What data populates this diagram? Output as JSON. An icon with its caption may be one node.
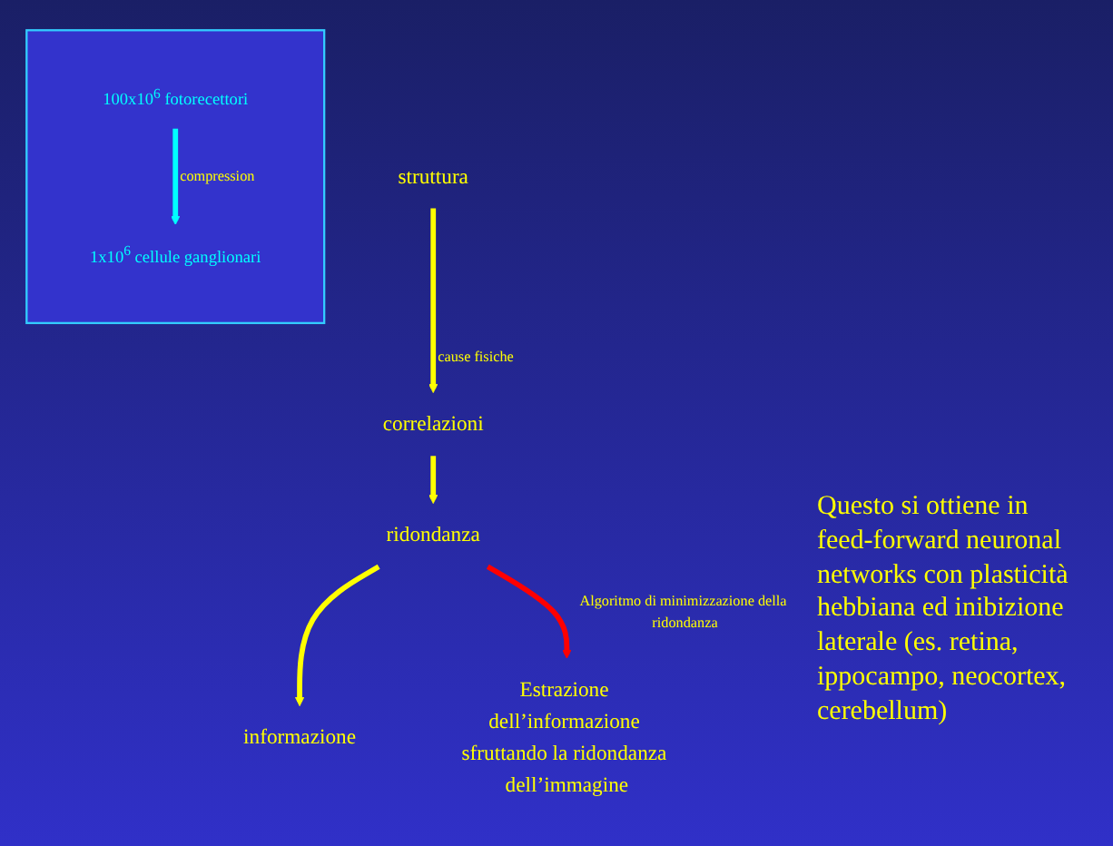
{
  "diagram": {
    "nodes": [
      {
        "text": [
          "struttura"
        ]
      },
      {
        "text": [
          "correlazioni"
        ]
      },
      {
        "text": [
          "ridondanza"
        ]
      },
      {
        "text": [
          "informazione"
        ]
      },
      {
        "text": [],
        "shape": "box"
      },
      {
        "text": [
          "100x10$^{6}$ fotorecettori"
        ],
        "in": 4
      },
      {
        "text": [
          "1x10$^{6}$ cellule ganglionari"
        ],
        "in": 4
      },
      {
        "text": [
          "Estrazione dell’informazione sfruttando la ridondanza dell’immagine"
        ]
      }
    ],
    "edges": [
      {
        "from": 0,
        "to": 1,
        "arrow": "to",
        "label": "cause fisiche"
      },
      {
        "from": 1,
        "to": 2,
        "arrow": "to"
      },
      {
        "from": 2,
        "to": 3,
        "arrow": "to"
      },
      {
        "from": 2,
        "to": 7,
        "arrow": "to",
        "label": "Algoritmo di minimizzazione della ridondanza",
        "color": "#ff0000"
      },
      {
        "from": 5,
        "to": 6,
        "arrow": "to",
        "label": "compression",
        "color": "#00ffff"
      }
    ],
    "labels": [
      "Questo si ottiene in feed-forward neuronal networks con plasticità hebbiana ed inibizione laterale (es. retina, ippocampo, neocortex, cerebellum)"
    ]
  }
}
